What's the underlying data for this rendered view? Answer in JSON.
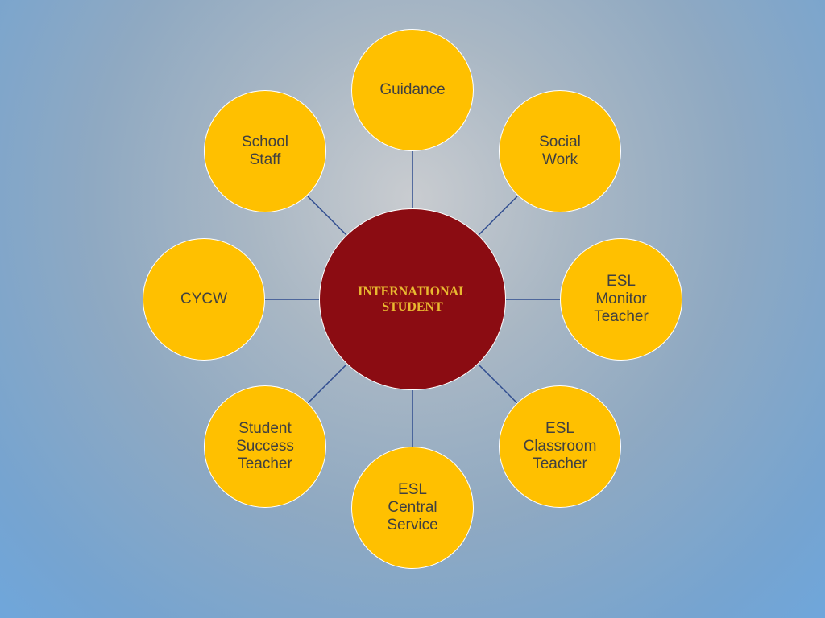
{
  "diagram": {
    "center": {
      "id": "international-student",
      "label": "INTERNATIONAL\nSTUDENT"
    },
    "nodes": [
      {
        "id": "guidance",
        "label": "Guidance"
      },
      {
        "id": "social-work",
        "label": "Social\nWork"
      },
      {
        "id": "esl-monitor-teacher",
        "label": "ESL\nMonitor\nTeacher"
      },
      {
        "id": "esl-classroom-teacher",
        "label": "ESL\nClassroom\nTeacher"
      },
      {
        "id": "esl-central-service",
        "label": "ESL\nCentral\nService"
      },
      {
        "id": "student-success-teacher",
        "label": "Student\nSuccess\nTeacher"
      },
      {
        "id": "cycw",
        "label": "CYCW"
      },
      {
        "id": "school-staff",
        "label": "School\nStaff"
      }
    ],
    "colors": {
      "center_fill": "#8b0c12",
      "center_text": "#e8b830",
      "node_fill": "#ffc000",
      "node_text": "#404040",
      "connector": "#2f4c8f"
    }
  }
}
